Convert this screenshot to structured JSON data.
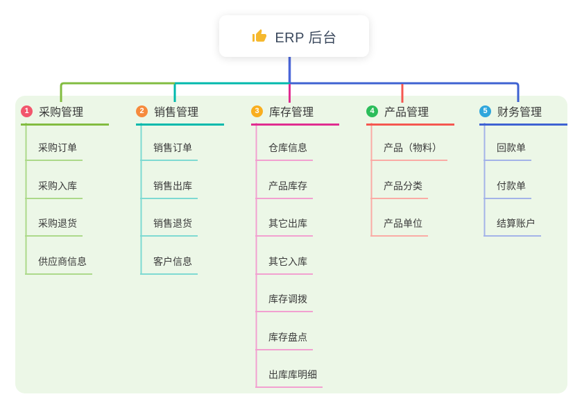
{
  "root": {
    "label": "ERP 后台",
    "icon": "thumbs-up",
    "icon_color": "#F5B82E",
    "line_color": "#4B66D8"
  },
  "panel": {
    "bg_color": "#ECF7E7"
  },
  "branches": [
    {
      "num": "1",
      "label": "采购管理",
      "badge_color": "#F2566C",
      "line_color": "#82BC40",
      "child_line_color": "#ACD98A",
      "children": [
        "采购订单",
        "采购入库",
        "采购退货",
        "供应商信息"
      ]
    },
    {
      "num": "2",
      "label": "销售管理",
      "badge_color": "#F68A3D",
      "line_color": "#00B9AC",
      "child_line_color": "#7EDAD2",
      "children": [
        "销售订单",
        "销售出库",
        "销售退货",
        "客户信息"
      ]
    },
    {
      "num": "3",
      "label": "库存管理",
      "badge_color": "#F9AE1E",
      "line_color": "#E02C90",
      "child_line_color": "#F2A0D0",
      "children": [
        "仓库信息",
        "产品库存",
        "其它出库",
        "其它入库",
        "库存调拨",
        "库存盘点",
        "出库库明细"
      ]
    },
    {
      "num": "4",
      "label": "产品管理",
      "badge_color": "#2CBD5B",
      "line_color": "#F55750",
      "child_line_color": "#FAABA5",
      "children": [
        "产品（物料）",
        "产品分类",
        "产品单位"
      ]
    },
    {
      "num": "5",
      "label": "财务管理",
      "badge_color": "#2FA6DC",
      "line_color": "#3E62D2",
      "child_line_color": "#A3B3E8",
      "children": [
        "回款单",
        "付款单",
        "结算账户"
      ]
    }
  ]
}
